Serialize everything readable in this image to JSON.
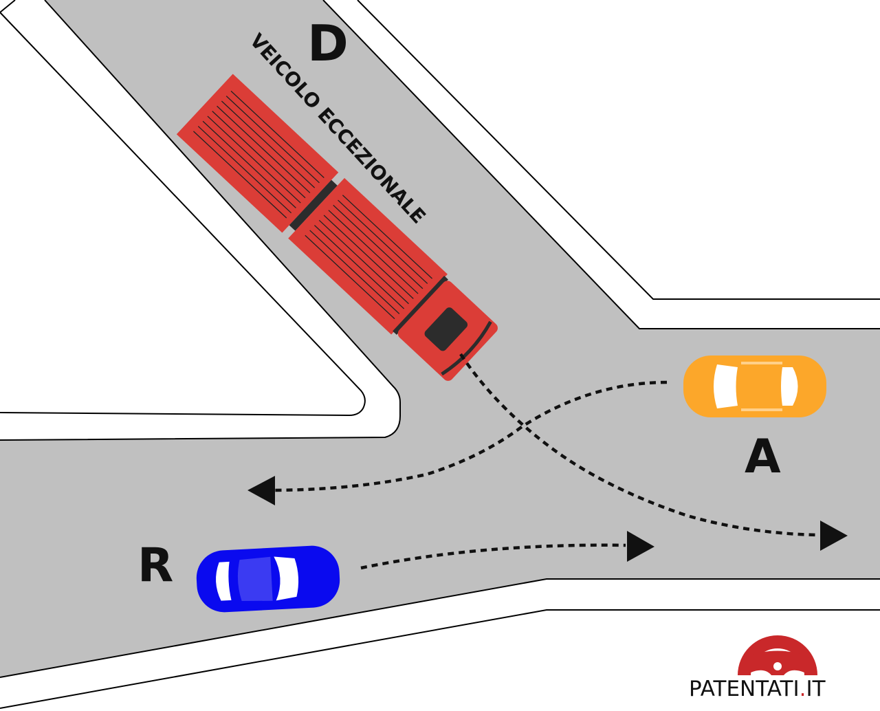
{
  "labels": {
    "d": "D",
    "a": "A",
    "r": "R"
  },
  "truck_text": "VEICOLO ECCEZIONALE",
  "logo": {
    "text_main": "PATENTATI",
    "text_dot": ".",
    "text_tld": "IT"
  },
  "colors": {
    "road": "#c0c0c0",
    "truck": "#db3d37",
    "car_a": "#fca72a",
    "car_r": "#0a0aef",
    "logo_red": "#c9282a"
  },
  "icons": [
    "steering-wheel-icon",
    "arrow-head-icon"
  ]
}
